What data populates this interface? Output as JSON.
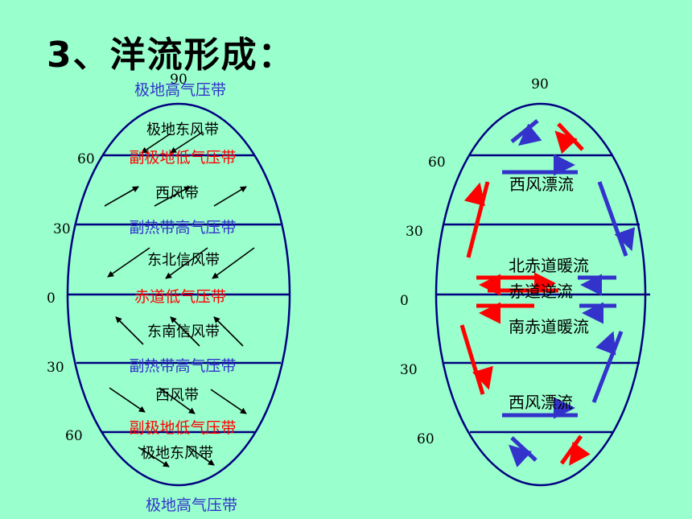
{
  "title": "3、洋流形成：",
  "colors": {
    "background": "#99ffcc",
    "outline": "#000080",
    "blue": "#3333cc",
    "red": "#ff0000",
    "black": "#000000"
  },
  "left": {
    "top_number": "90",
    "numbers": [
      "60",
      "30",
      "0",
      "30",
      "60"
    ],
    "pressure_belts": [
      {
        "text": "极地高气压带",
        "color": "blue"
      },
      {
        "text": "副极地低气压带",
        "color": "red"
      },
      {
        "text": "副热带高气压带",
        "color": "blue"
      },
      {
        "text": "赤道低气压带",
        "color": "red"
      },
      {
        "text": "副热带高气压带",
        "color": "blue"
      },
      {
        "text": "副极地低气压带",
        "color": "red"
      },
      {
        "text": "极地高气压带",
        "color": "blue"
      }
    ],
    "wind_belts": [
      "极地东风带",
      "西风带",
      "东北信风带",
      "东南信风带",
      "西风带",
      "极地东风带"
    ]
  },
  "right": {
    "top_number": "90",
    "numbers": [
      "60",
      "30",
      "0",
      "30",
      "60"
    ],
    "currents": [
      "西风漂流",
      "北赤道暖流",
      "赤道逆流",
      "南赤道暖流",
      "西风漂流"
    ]
  }
}
